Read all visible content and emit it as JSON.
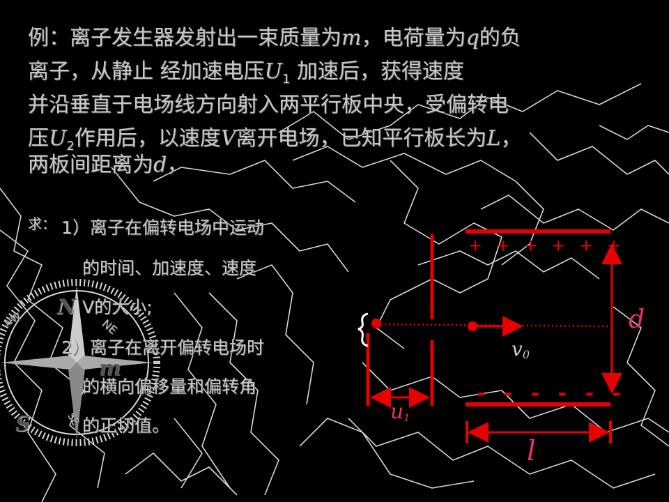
{
  "problem": {
    "line1_a": "例：离子发生器发射出一束质量为",
    "var_m": "m",
    "line1_b": "，电荷量为",
    "var_q": "q",
    "line1_c": "的负",
    "line2_a": "离子，从静止 经加速电压",
    "var_U": "U",
    "sub_1": "1",
    "line2_b": " 加速后，获得速度",
    "line3": "并沿垂直于电场线方向射入两平行板中央，受偏转电",
    "line4_a": "压",
    "sub_2": "2",
    "line4_b": "作用后，以速度",
    "var_V": "V",
    "line4_c": "离开电场，已知平行板长为",
    "var_L": "L",
    "line4_d": "，",
    "line5_a": "两板间距离为",
    "var_d": "d",
    "line5_b": "，"
  },
  "questions": {
    "prefix": "求：",
    "q1_line1": "1）离子在偏转电场中运动",
    "q1_line2": "的时间、加速度、速度",
    "q1_line3": "V的大小;",
    "q2_line1": "2）离子在离开偏转电场时",
    "q2_line2": "的横向偏移量和偏转角",
    "q2_line3": "的正切值。"
  },
  "compass": {
    "north": "N",
    "south": "S",
    "northwest": "NW",
    "northeast": "NE",
    "southeast": "SE",
    "center_mark": "m"
  },
  "diagram": {
    "plus_signs": "+ + + + + +",
    "minus_signs": "- - - - - -",
    "label_d": "d",
    "label_v": "v",
    "label_v_sub": "0",
    "label_u": "u",
    "label_u_sub": "1",
    "label_l": "l",
    "colors": {
      "red": "#e60000",
      "pink": "#e8336a",
      "white": "#ffffff",
      "text": "#c8c8c8"
    }
  }
}
